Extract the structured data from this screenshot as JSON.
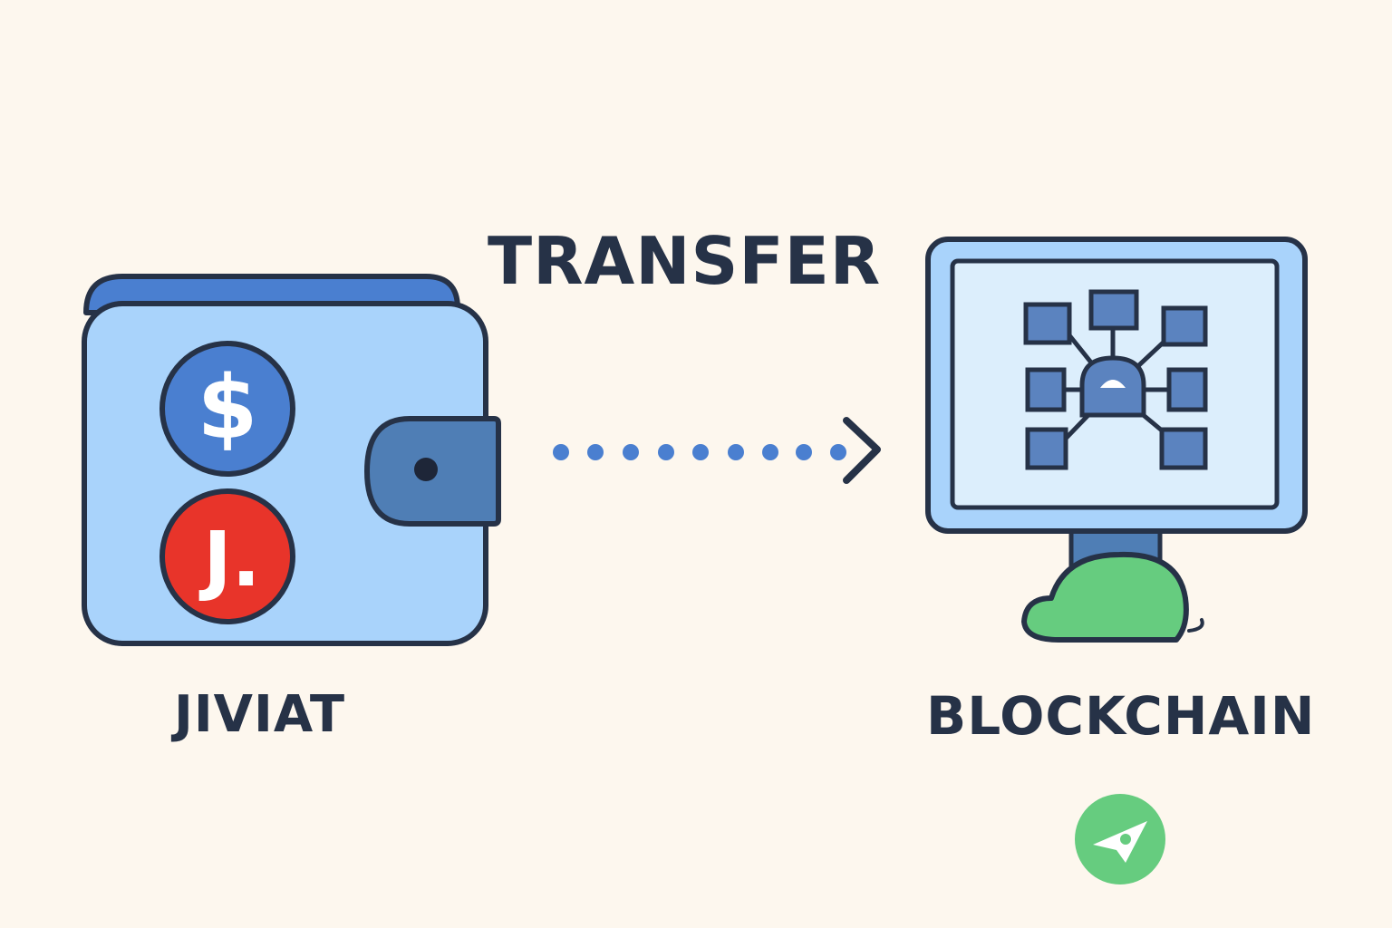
{
  "diagram": {
    "action_label": "TRANSFER",
    "source_label": "JIVIAT",
    "target_label": "BLOCKCHAIN",
    "coins": [
      {
        "symbol": "$",
        "color": "#4a7fd0"
      },
      {
        "symbol": "J.",
        "color": "#e8342a"
      }
    ],
    "colors": {
      "background": "#fdf7ee",
      "wallet_body": "#a9d3fb",
      "wallet_top": "#4a7fd0",
      "wallet_clasp": "#4f7eb5",
      "outline": "#263247",
      "arrow_dots": "#4a7fd0",
      "monitor_screen": "#dceefc",
      "network_nodes": "#5b83bf",
      "cloud_green": "#66cc7f",
      "badge_green": "#66cc7f"
    },
    "icons": {
      "source": "wallet-icon",
      "arrow": "dotted-arrow-icon",
      "target": "monitor-network-icon",
      "cloud": "cloud-icon",
      "badge": "send-badge-icon"
    }
  }
}
